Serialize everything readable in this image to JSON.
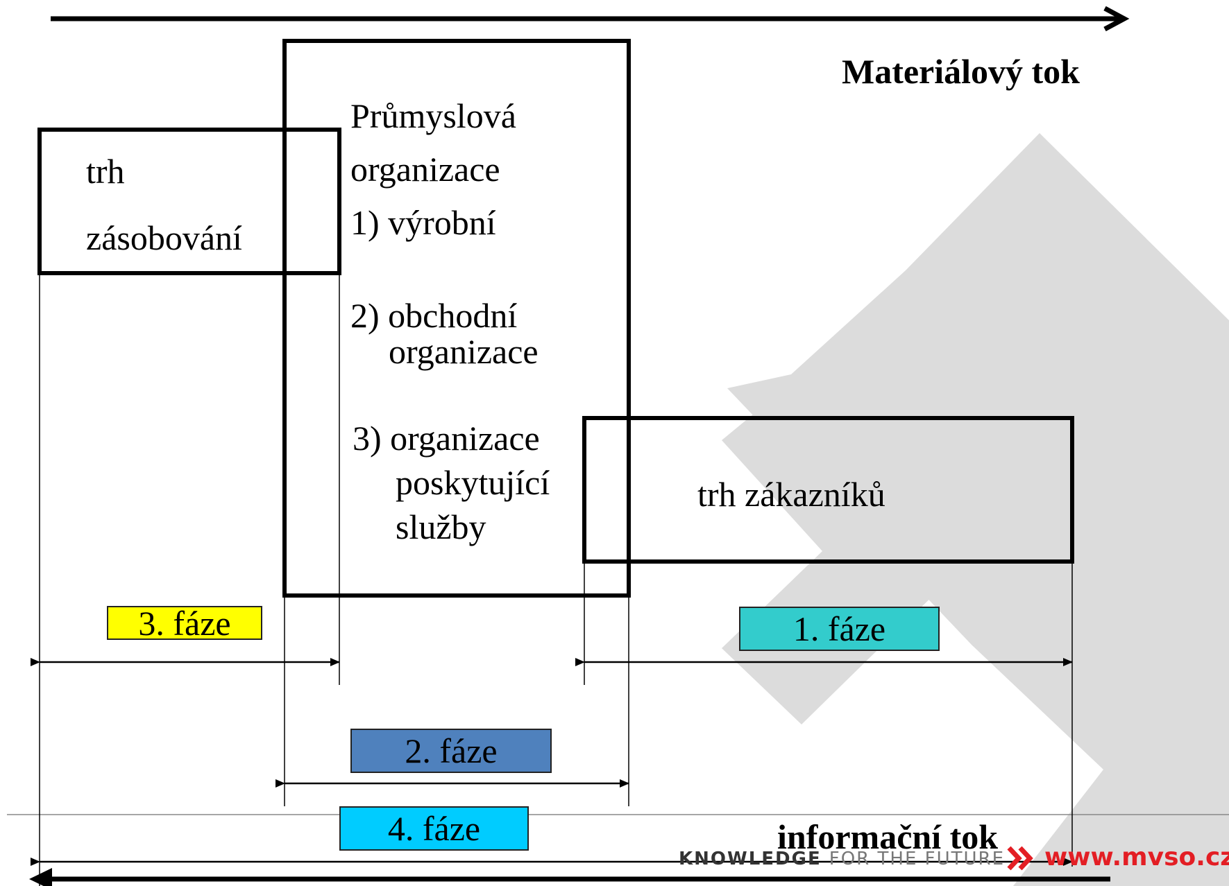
{
  "material_flow": {
    "label": "Materiálový tok"
  },
  "information_flow": {
    "label": "informační tok"
  },
  "supply_market": {
    "line1": "trh",
    "line2": "zásobování"
  },
  "industrial_org": {
    "title_line1": "Průmyslová",
    "title_line2": "organizace",
    "item1": "1) výrobní",
    "item2_line1": "2) obchodní",
    "item2_line2": "organizace",
    "item3_line1": "3) organizace",
    "item3_line2": "poskytující",
    "item3_line3": "služby"
  },
  "customer_market": {
    "label": "trh zákazníků"
  },
  "phases": {
    "phase1": {
      "label": "1. fáze",
      "color": "#33cccc"
    },
    "phase2": {
      "label": "2. fáze",
      "color": "#4f81bd"
    },
    "phase3": {
      "label": "3. fáze",
      "color": "#ffff00"
    },
    "phase4": {
      "label": "4. fáze",
      "color": "#00ccff"
    }
  },
  "footer": {
    "slogan_part1": "KNOWLEDGE",
    "slogan_part2": "FOR THE FUTURE",
    "url": "www.mvso.cz",
    "accent_color": "#e31e24",
    "chevron_icon": "double-chevron-right-icon"
  },
  "watermark": {
    "icon": "chevron-watermark-icon",
    "color": "#dcdcdc"
  }
}
